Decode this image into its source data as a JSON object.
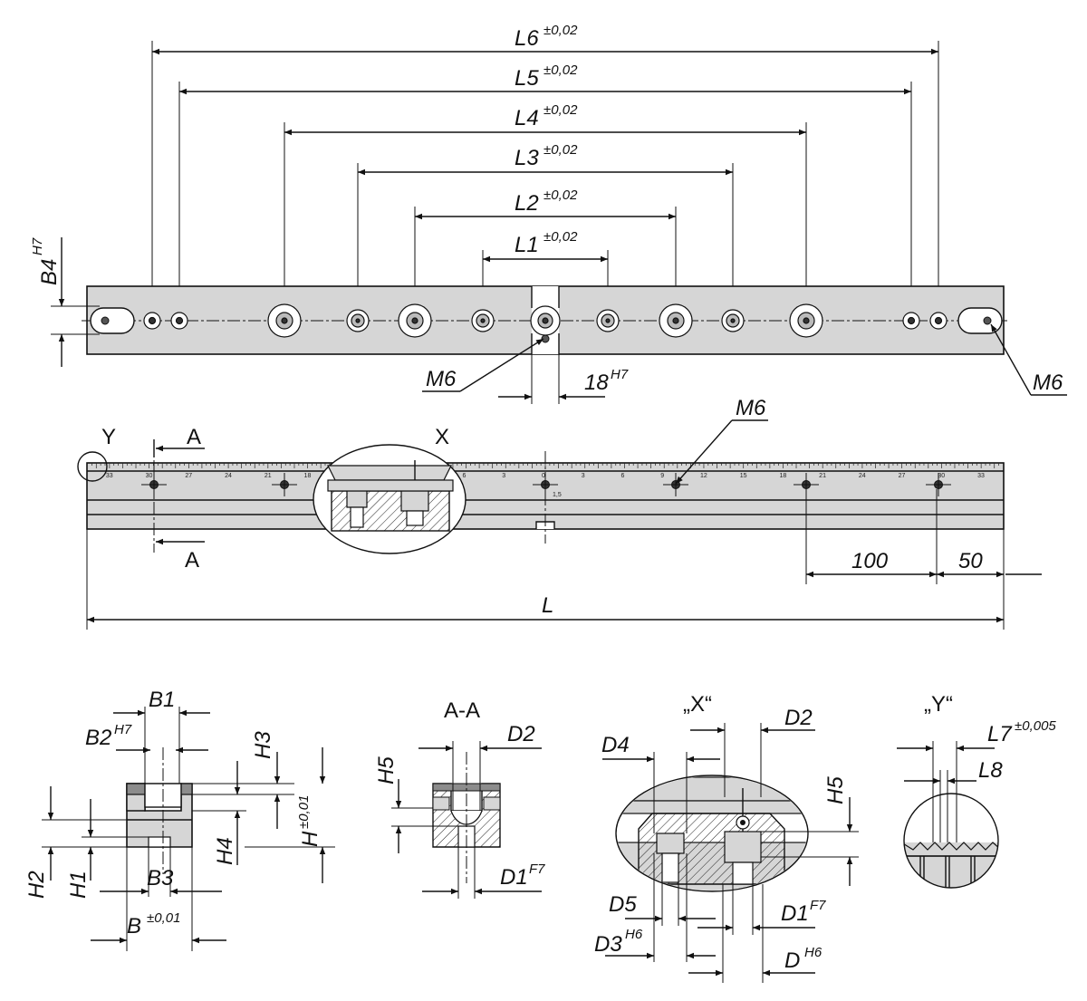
{
  "labels": {
    "L6": "L6",
    "L5": "L5",
    "L4": "L4",
    "L3": "L3",
    "L2": "L2",
    "L1": "L1",
    "tol_002": "±0,02",
    "B4": "B4",
    "H7": "H7",
    "M6": "M6",
    "w18": "18",
    "w18_tol": "H7",
    "Y": "Y",
    "A": "A",
    "X": "X",
    "dim100": "100",
    "dim50": "50",
    "L": "L",
    "B1": "B1",
    "B2": "B2",
    "B2_tol": "H7",
    "H3": "H3",
    "H": "H",
    "H_tol": "±0,01",
    "H4": "H4",
    "H2": "H2",
    "H1": "H1",
    "B3": "B3",
    "B": "B",
    "B_tol": "±0,01",
    "AA": "A-A",
    "D2": "D2",
    "H5": "H5",
    "D1": "D1",
    "D1_tol": "F7",
    "X_title": "„X“",
    "D4": "D4",
    "D5": "D5",
    "D3": "D3",
    "D3_tol": "H6",
    "D": "D",
    "D_tol": "H6",
    "Y_title": "„Y“",
    "L7": "L7",
    "L7_tol": "±0,005",
    "L8": "L8",
    "scale_15": "1,5"
  },
  "ruler_numbers": [
    "33",
    "30",
    "27",
    "24",
    "21",
    "18",
    "15",
    "12",
    "9",
    "6",
    "3",
    "0",
    "3",
    "6",
    "9",
    "12",
    "15",
    "18",
    "21",
    "24",
    "27",
    "30",
    "33"
  ],
  "icons": [
    "circle-detail-marker",
    "section-arrow",
    "hole-symbol"
  ]
}
